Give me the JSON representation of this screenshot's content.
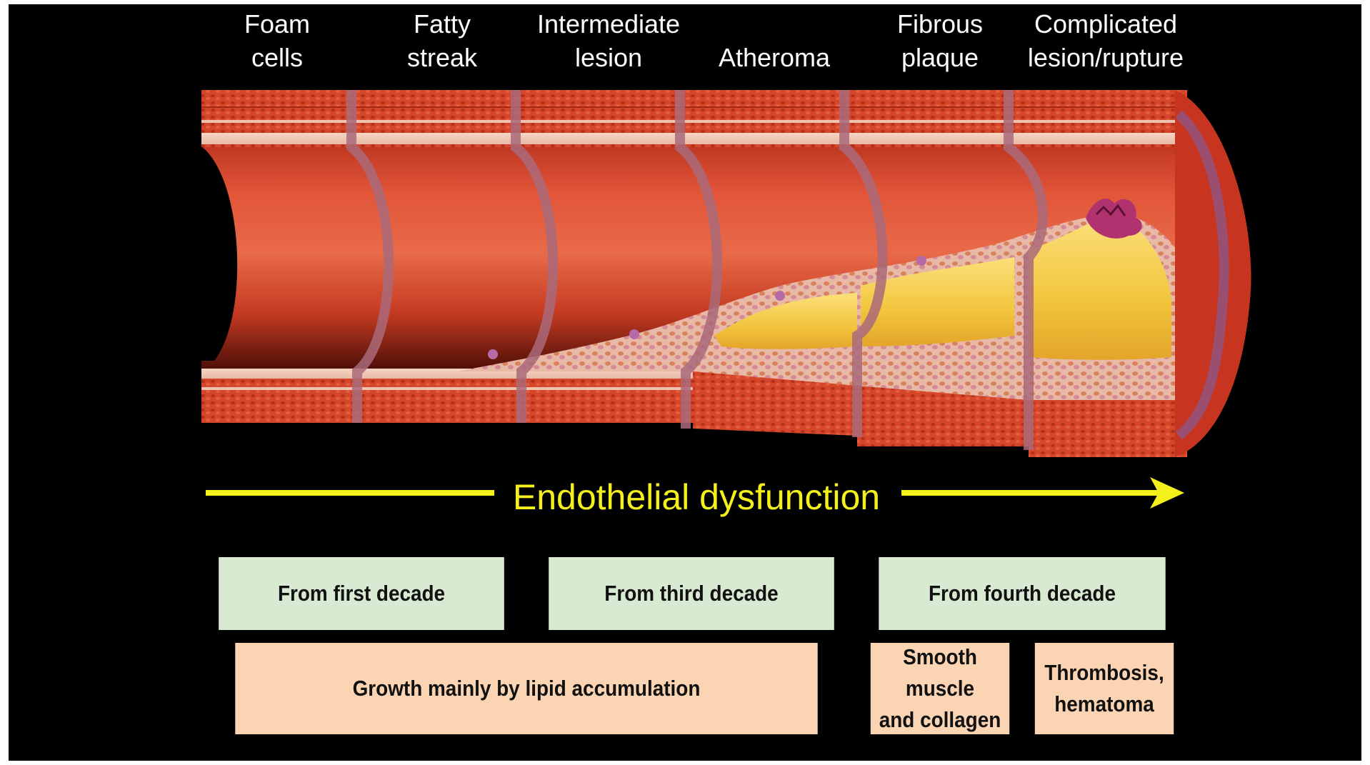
{
  "stages": [
    {
      "label": "Foam\ncells"
    },
    {
      "label": "Fatty\nstreak"
    },
    {
      "label": "Intermediate\nlesion"
    },
    {
      "label": "Atheroma"
    },
    {
      "label": "Fibrous\nplaque"
    },
    {
      "label": "Complicated\nlesion/rupture"
    }
  ],
  "progression": {
    "label": "Endothelial dysfunction",
    "color": "#f4f01c"
  },
  "onset_row": [
    {
      "label": "From first decade"
    },
    {
      "label": "From third decade"
    },
    {
      "label": "From fourth decade"
    }
  ],
  "growth_row": [
    {
      "label": "Growth mainly by lipid accumulation"
    },
    {
      "label": "Smooth muscle\nand collagen"
    },
    {
      "label": "Thrombosis,\nhematoma"
    }
  ],
  "colors": {
    "background": "#000000",
    "label_text": "#ffffff",
    "onset_box": "#d9ead3",
    "growth_box": "#fbd5b3",
    "vessel_wall": "#c8321e",
    "vessel_lumen": "#d9442a",
    "lipid_core": "#f2c53d"
  }
}
